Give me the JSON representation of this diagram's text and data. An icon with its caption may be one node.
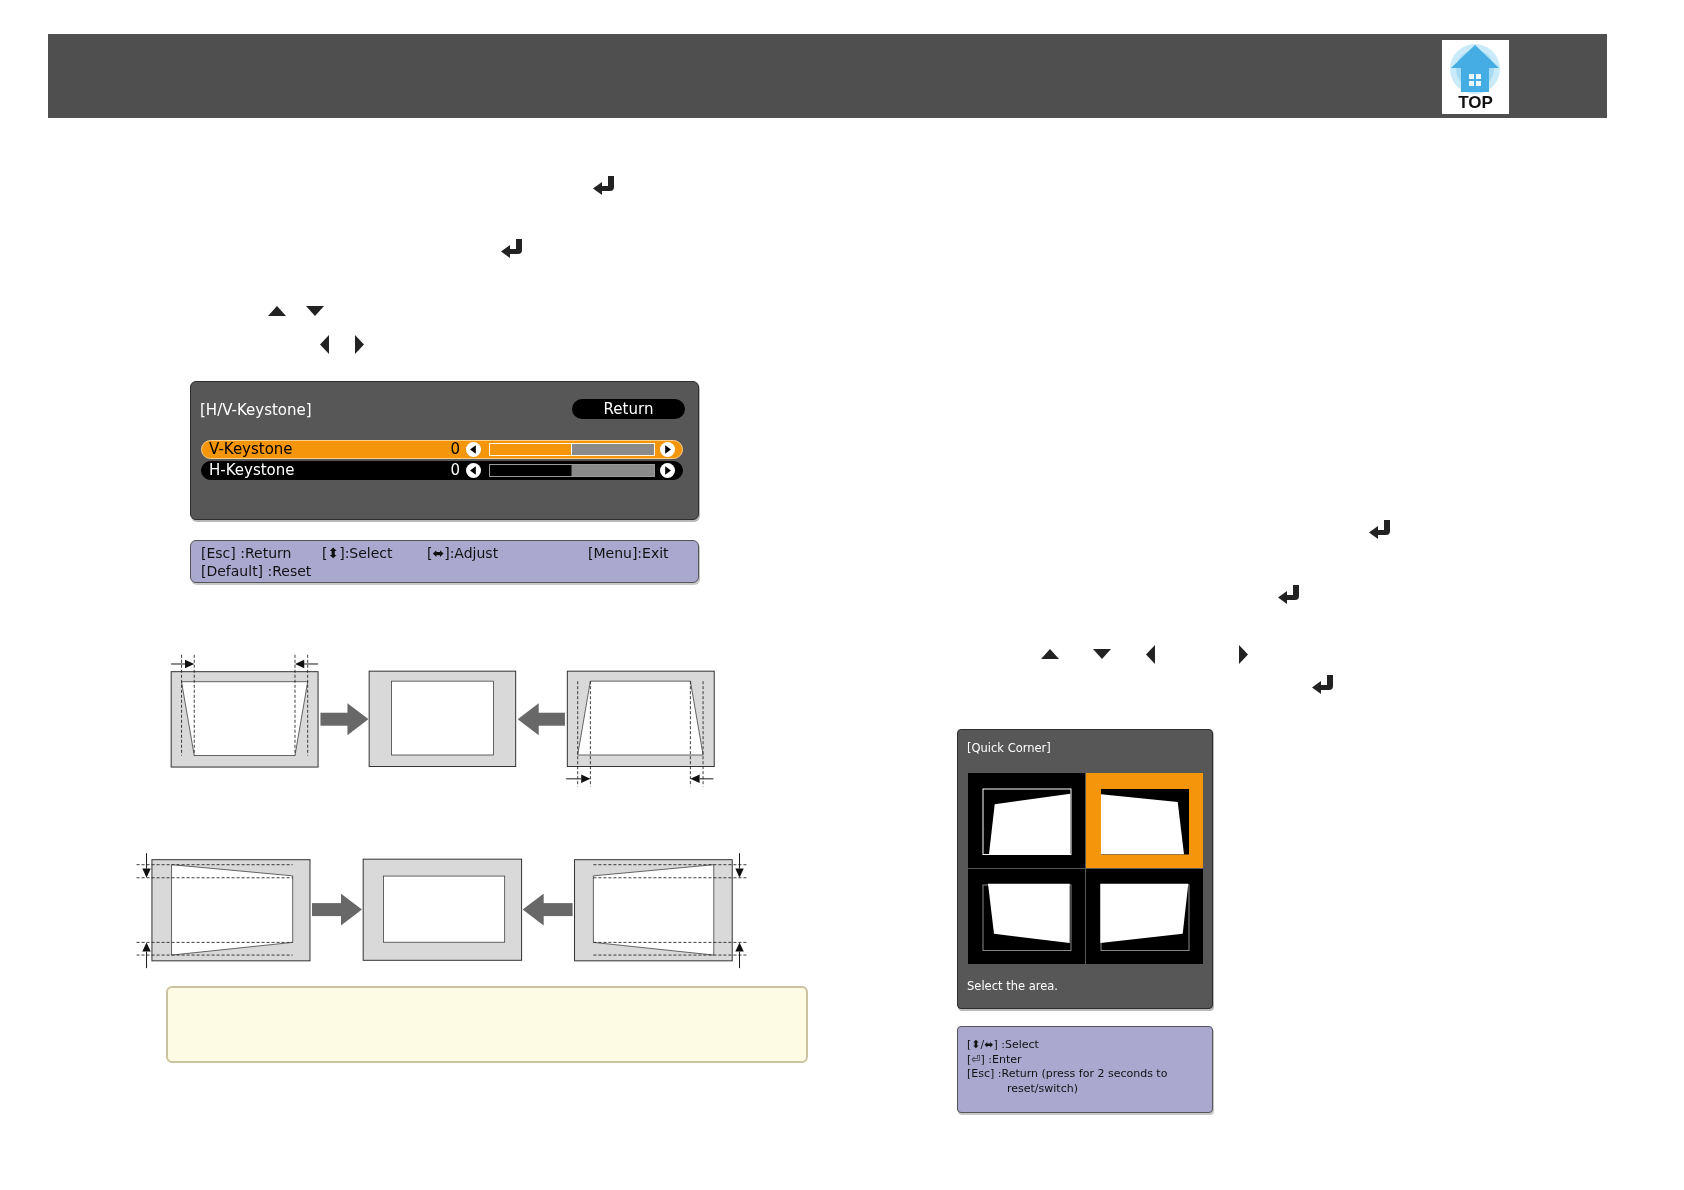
{
  "diagram": {
    "nodes": [
      {
        "text": [
          "TOP"
        ]
      },
      {
        "text": [
          "[H/V-Keystone]"
        ]
      },
      {
        "text": [
          "Return"
        ],
        "in": 1
      },
      {
        "text": [
          "V-Keystone",
          "0"
        ],
        "in": 1
      },
      {
        "text": [
          "H-Keystone",
          "0"
        ],
        "in": 1
      },
      {
        "text": [
          "[Esc] :Return",
          "[⬍]:Select",
          "[⬌]:Adjust",
          "[Menu]:Exit",
          "[Default] :Reset"
        ]
      },
      {
        "text": [],
        "shape": "picture"
      },
      {
        "text": [],
        "shape": "picture"
      },
      {
        "text": [],
        "shape": "picture"
      },
      {
        "text": [],
        "shape": "picture"
      },
      {
        "text": [],
        "shape": "picture"
      },
      {
        "text": [],
        "shape": "picture"
      },
      {
        "text": [],
        "shape": "box"
      },
      {
        "text": [
          "[Quick Corner]",
          "Select the area."
        ]
      },
      {
        "text": [],
        "shape": "picture",
        "in": 13
      },
      {
        "text": [],
        "shape": "picture",
        "in": 13
      },
      {
        "text": [],
        "shape": "picture",
        "in": 13
      },
      {
        "text": [],
        "shape": "picture",
        "in": 13
      },
      {
        "text": [
          "[⬍/⬌] :Select",
          "[⏎] :Enter",
          "[Esc] :Return (press for 2 seconds to reset/switch)"
        ]
      }
    ],
    "edges": [
      {
        "from": 6,
        "to": 7,
        "arrow": "to"
      },
      {
        "from": 8,
        "to": 7,
        "arrow": "to"
      },
      {
        "from": 9,
        "to": 10,
        "arrow": "to"
      },
      {
        "from": 11,
        "to": 10,
        "arrow": "to"
      }
    ]
  }
}
